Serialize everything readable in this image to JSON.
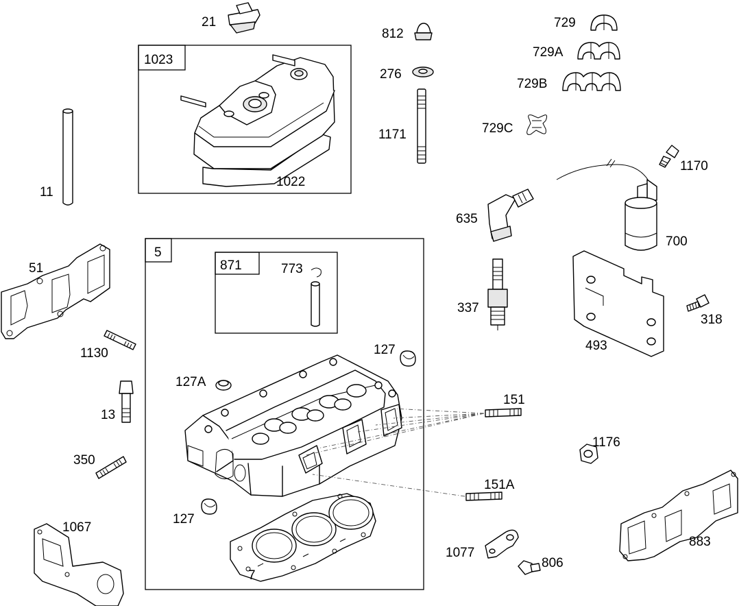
{
  "diagram": {
    "callouts": {
      "c21": "21",
      "c812": "812",
      "c276": "276",
      "c1171": "1171",
      "c729": "729",
      "c729A": "729A",
      "c729B": "729B",
      "c729C": "729C",
      "c1023": "1023",
      "c1022": "1022",
      "c11": "11",
      "c1170": "1170",
      "c635": "635",
      "c700": "700",
      "c51": "51",
      "c5": "5",
      "c871": "871",
      "c773": "773",
      "c337": "337",
      "c318": "318",
      "c493": "493",
      "c1130": "1130",
      "c127top": "127",
      "c127A": "127A",
      "c13": "13",
      "c151": "151",
      "c1176": "1176",
      "c350": "350",
      "c151A": "151A",
      "c127bot": "127",
      "c1067": "1067",
      "c883": "883",
      "c1077": "1077",
      "c806": "806",
      "c7": "7"
    }
  }
}
